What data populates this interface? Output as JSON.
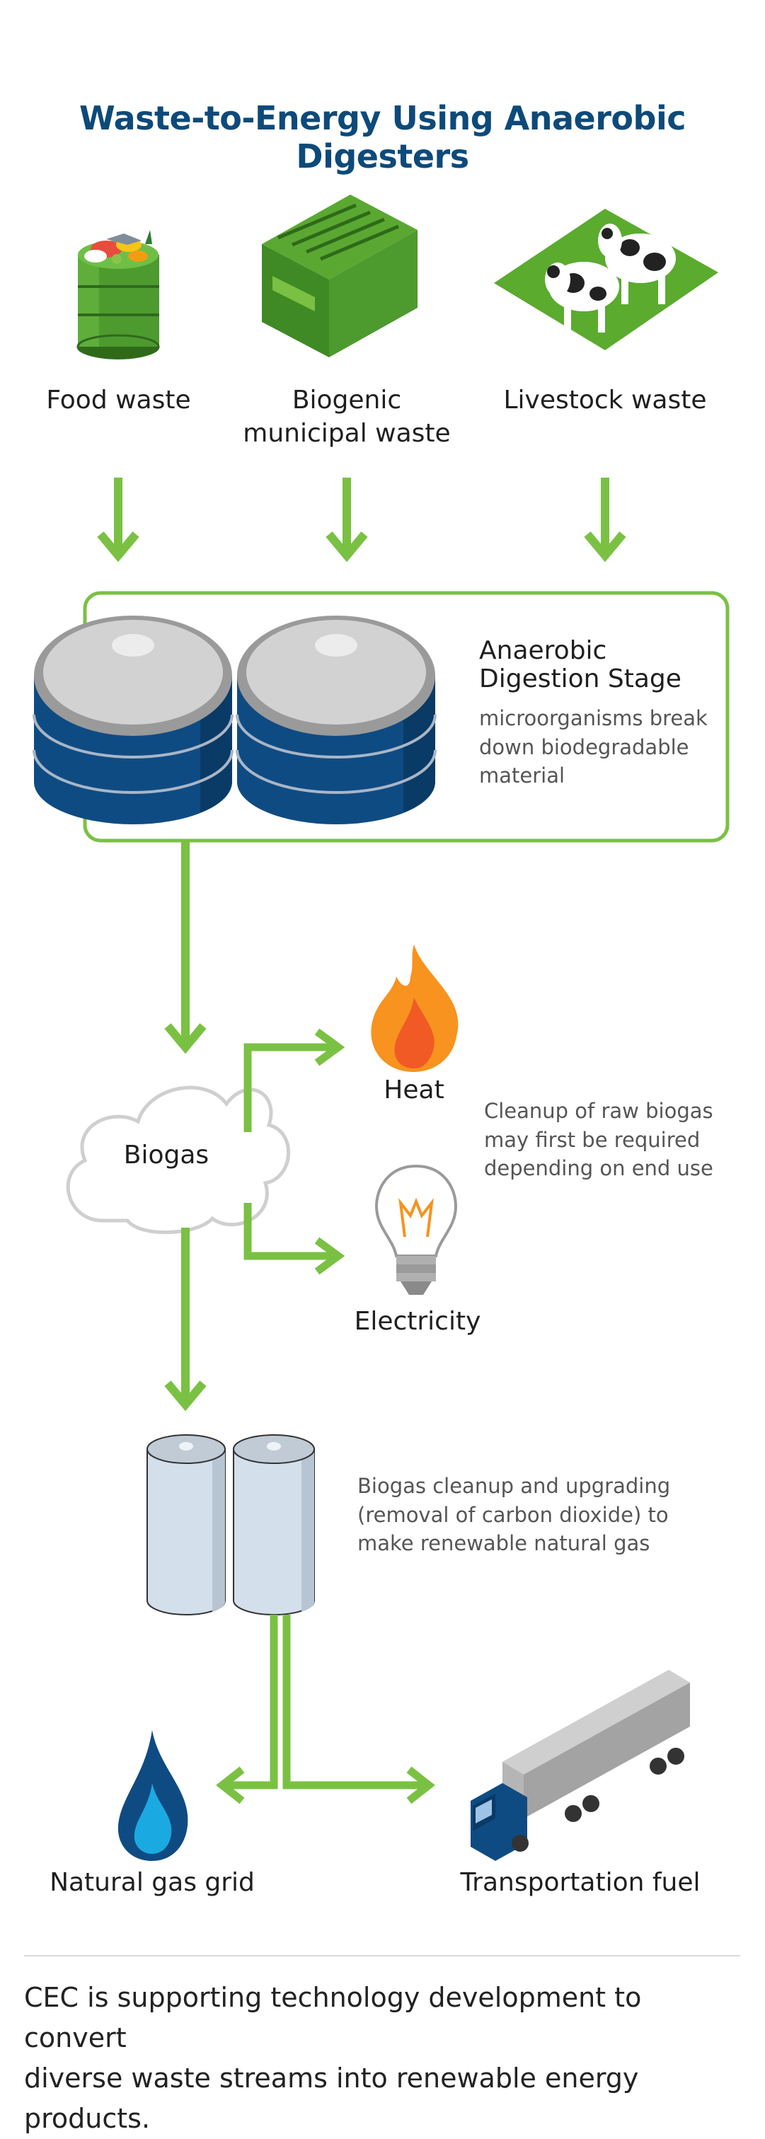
{
  "title": "Waste-to-Energy Using Anaerobic Digesters",
  "sources": {
    "food_waste": "Food waste",
    "municipal_waste_line1": "Biogenic",
    "municipal_waste_line2": "municipal waste",
    "livestock_waste": "Livestock waste"
  },
  "digestion": {
    "title_line1": "Anaerobic",
    "title_line2": "Digestion Stage",
    "desc_line1": "microorganisms break",
    "desc_line2": "down biodegradable",
    "desc_line3": "material"
  },
  "biogas": {
    "label": "Biogas",
    "heat_label": "Heat",
    "electricity_label": "Electricity",
    "cleanup_note_line1": "Cleanup of raw biogas",
    "cleanup_note_line2": "may first be required",
    "cleanup_note_line3": "depending on end use"
  },
  "upgrading": {
    "note_line1": "Biogas cleanup  and upgrading",
    "note_line2": "(removal of carbon dioxide) to",
    "note_line3": "make renewable natural gas"
  },
  "outputs": {
    "natural_gas_grid": "Natural gas grid",
    "transportation_fuel": "Transportation fuel"
  },
  "footer": {
    "line1": "CEC is supporting technology development to convert",
    "line2": "diverse waste streams into renewable energy products."
  },
  "colors": {
    "title_blue": "#0d4a7a",
    "arrow_green": "#7ac143",
    "digester_blue": "#0f4b83",
    "digester_lid": "#c9c9c9",
    "leaf_green": "#4a9a2a",
    "flame_orange": "#f7931e",
    "gas_flame_blue": "#1ba9e1",
    "truck_cab": "#0f4b83"
  },
  "icons": [
    "food-bin-icon",
    "dumpster-icon",
    "cows-icon",
    "digester-tank-icon",
    "cloud-icon",
    "flame-icon",
    "lightbulb-icon",
    "storage-tank-icon",
    "gas-flame-icon",
    "truck-icon"
  ]
}
